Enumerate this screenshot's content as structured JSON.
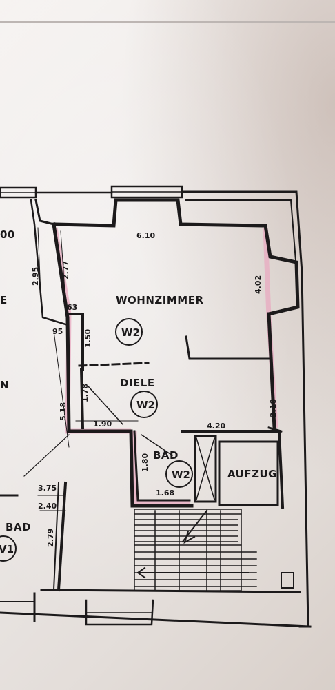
{
  "rooms": {
    "living": "WOHNZIMMER",
    "hall": "DIELE",
    "bath": "BAD",
    "elevator": "AUFZUG",
    "bath_left": "BAD"
  },
  "unit_codes": {
    "living": "W2",
    "hall": "W2",
    "bath": "W2",
    "left": "V1"
  },
  "partial_labels": {
    "top_left": "00",
    "mid_left_1": "E",
    "mid_left_2": "N"
  },
  "dimensions": {
    "living_width": "6.10",
    "living_right": "4.02",
    "wall_277": "2.77",
    "wall_295": "2.95",
    "d63": "63",
    "d95": "95",
    "d150": "1.50",
    "d178": "1.78",
    "d518": "5.18",
    "d190": "1.90",
    "d420": "4.20",
    "d218": "2.18",
    "d180": "1.80",
    "d168": "1.68",
    "d375": "3.75",
    "d240": "2.40",
    "d279": "2.79"
  },
  "colors": {
    "ink": "#1c1a1b",
    "pink_highlight": "#e8a9c0",
    "paper": "#ece8e6"
  }
}
